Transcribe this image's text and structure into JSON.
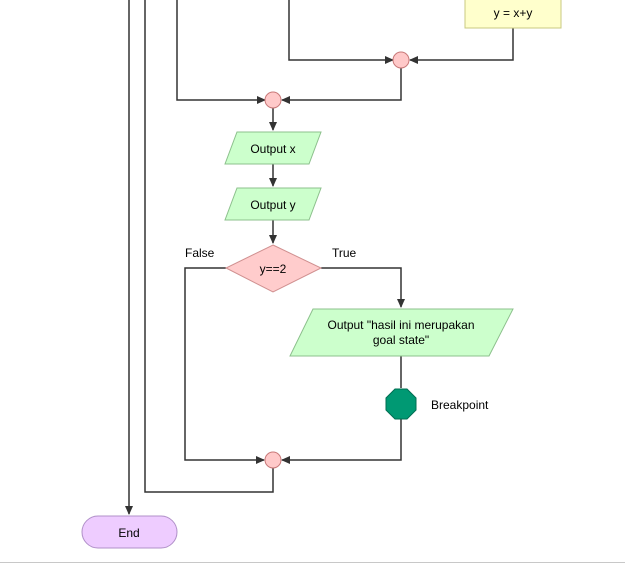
{
  "colors": {
    "line": "#333333",
    "connector_fill": "#ffc9c9",
    "connector_stroke": "#c87878",
    "io_fill": "#ccffcc",
    "io_stroke": "#8cc08c",
    "process_fill": "#ffffcc",
    "process_stroke": "#c8c880",
    "decision_fill": "#ffcccc",
    "decision_stroke": "#d09090",
    "terminal_fill": "#eeccff",
    "terminal_stroke": "#b090c8",
    "breakpoint_fill": "#009973"
  },
  "nodes": {
    "process_sum": {
      "label": "y = x+y"
    },
    "output_x": {
      "label": "Output x"
    },
    "output_y": {
      "label": "Output y"
    },
    "decision": {
      "label": "y==2"
    },
    "output_goal": {
      "line1": "Output \"hasil ini merupakan",
      "line2": "goal state\""
    },
    "breakpoint": {
      "label": "Breakpoint"
    },
    "end": {
      "label": "End"
    }
  },
  "branches": {
    "false_label": "False",
    "true_label": "True"
  }
}
